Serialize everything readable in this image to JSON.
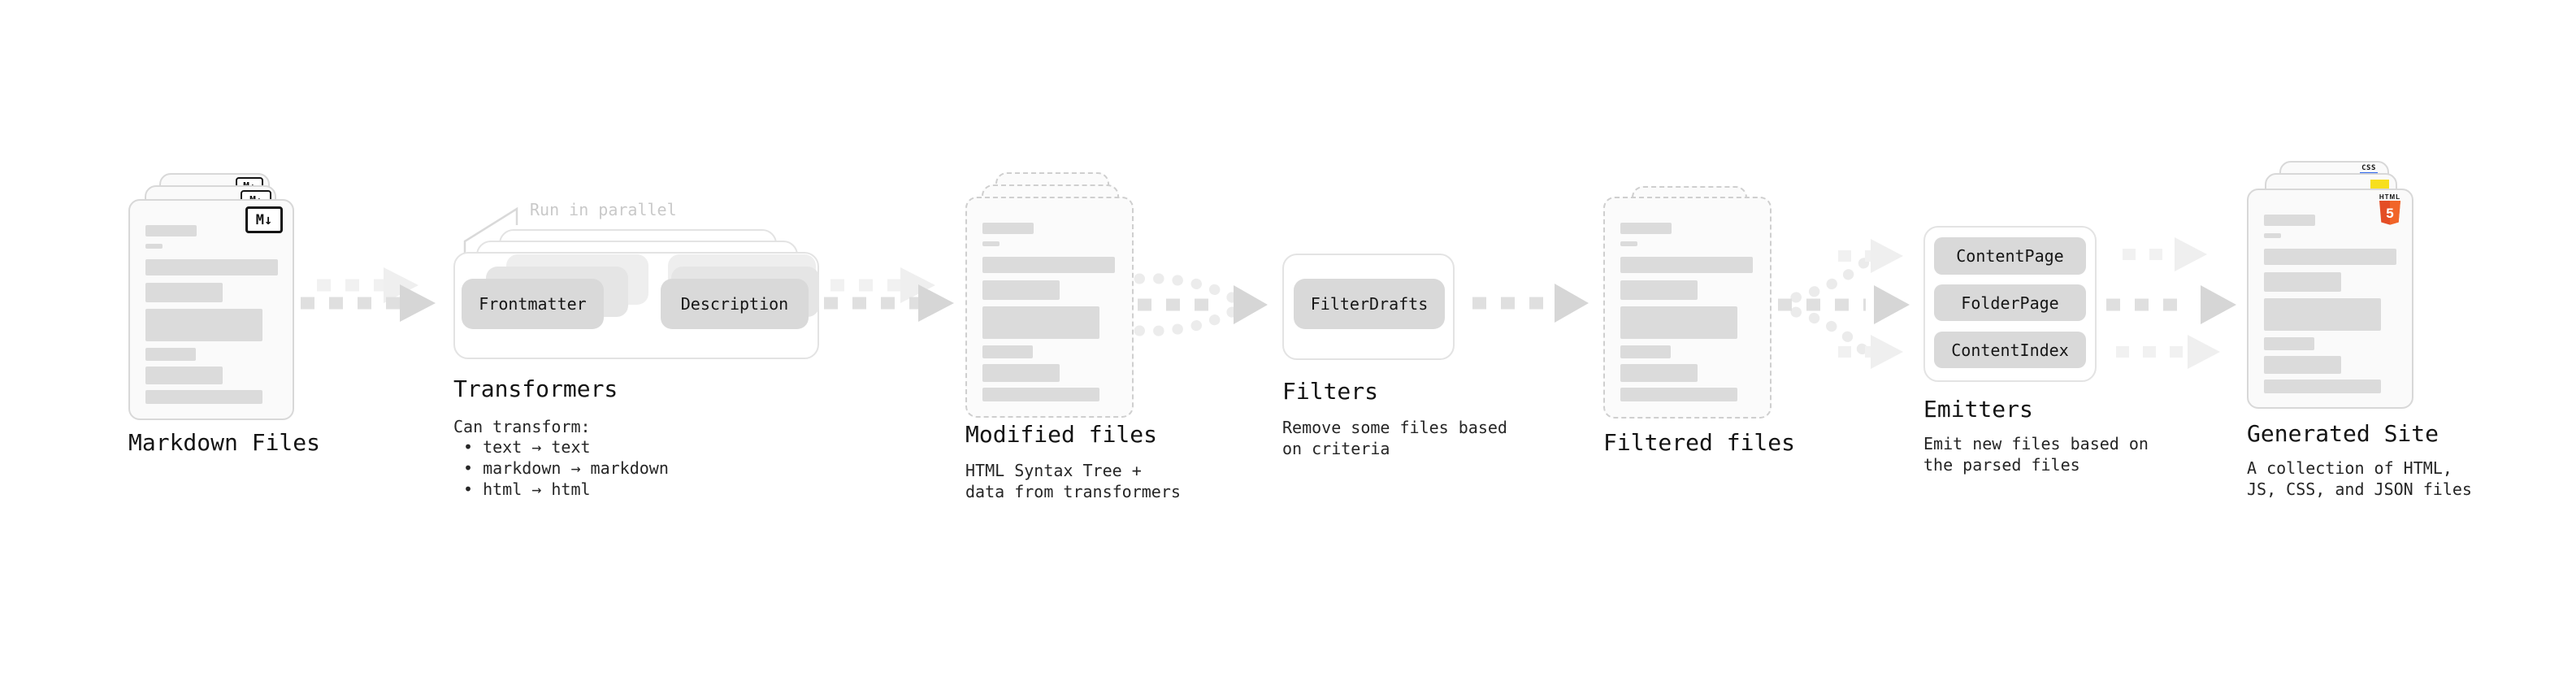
{
  "diagram": {
    "markdown_files": {
      "label": "Markdown Files",
      "badge": "M↓"
    },
    "transformers": {
      "label": "Transformers",
      "annotation": "Run in parallel",
      "button_left": "Frontmatter",
      "button_right": "Description",
      "desc_title": "Can transform:",
      "bullets": [
        "• text → text",
        "• markdown → markdown",
        "• html → html"
      ]
    },
    "modified_files": {
      "label": "Modified files",
      "desc": "HTML Syntax Tree +\ndata from transformers"
    },
    "filters": {
      "label": "Filters",
      "button": "FilterDrafts",
      "desc": "Remove some files based\non criteria"
    },
    "filtered_files": {
      "label": "Filtered files"
    },
    "emitters": {
      "label": "Emitters",
      "buttons": [
        "ContentPage",
        "FolderPage",
        "ContentIndex"
      ],
      "desc": "Emit new files based on\nthe parsed files"
    },
    "generated_site": {
      "label": "Generated Site",
      "desc": "A collection of HTML,\nJS, CSS, and JSON files",
      "css_badge": "CSS",
      "html_badge_label": "HTML",
      "html_badge_number": "5"
    }
  },
  "colors": {
    "arrow_dark": "#dfdfdf",
    "arrow_head_dark": "#d6d6d6",
    "arrow_light": "#f1f1f1",
    "button_fill": "#d9d9d9",
    "js_yellow": "#f7df1e",
    "css_blue": "#2963eb",
    "html5_orange": "#e44d26"
  }
}
